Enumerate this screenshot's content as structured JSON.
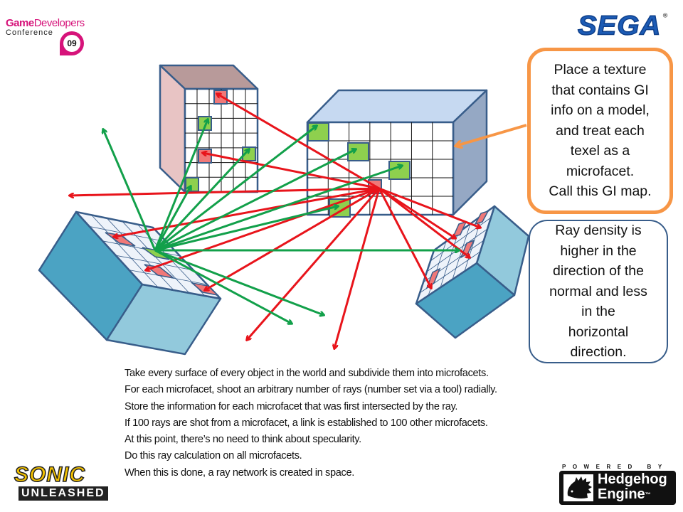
{
  "logos": {
    "gdc": {
      "word1": "Game",
      "word2": "Developers",
      "line2": "Conference",
      "year": "09"
    },
    "sega": {
      "text": "SEGA",
      "mark": "®"
    },
    "sonic": {
      "line1": "SONIC",
      "line2": "UNLEASHED"
    },
    "hedgehog": {
      "powered_by": "POWERED BY",
      "line1": "Hedgehog",
      "line2": "Engine",
      "tm": "™"
    }
  },
  "callouts": {
    "gi_map": "Place a texture\nthat contains GI\ninfo on a model,\nand treat each\ntexel as a\nmicrofacet.\nCall this GI map.",
    "ray_density": "Ray density is\nhigher in the\ndirection of the\nnormal and less\nin the\nhorizontal\ndirection."
  },
  "bullets": [
    "Take every surface of every object in the world and subdivide them into microfacets.",
    "For each microfacet, shoot an arbitrary number of rays (number set via a tool) radially.",
    "Store the information for each microfacet that was first intersected by the ray.",
    "If 100 rays are shot from a microfacet, a link is established to 100 other microfacets.",
    "At this point, there’s no need to think about specularity.",
    "Do this ray calculation on all microfacets.",
    "When this is done, a ray network is created in space."
  ],
  "colors": {
    "red_ray": "#E8141B",
    "green_ray": "#12A04A",
    "orange": "#F79646",
    "outline": "#385D8A",
    "cell_red": "#F07878",
    "cell_green": "#8ED04E"
  }
}
